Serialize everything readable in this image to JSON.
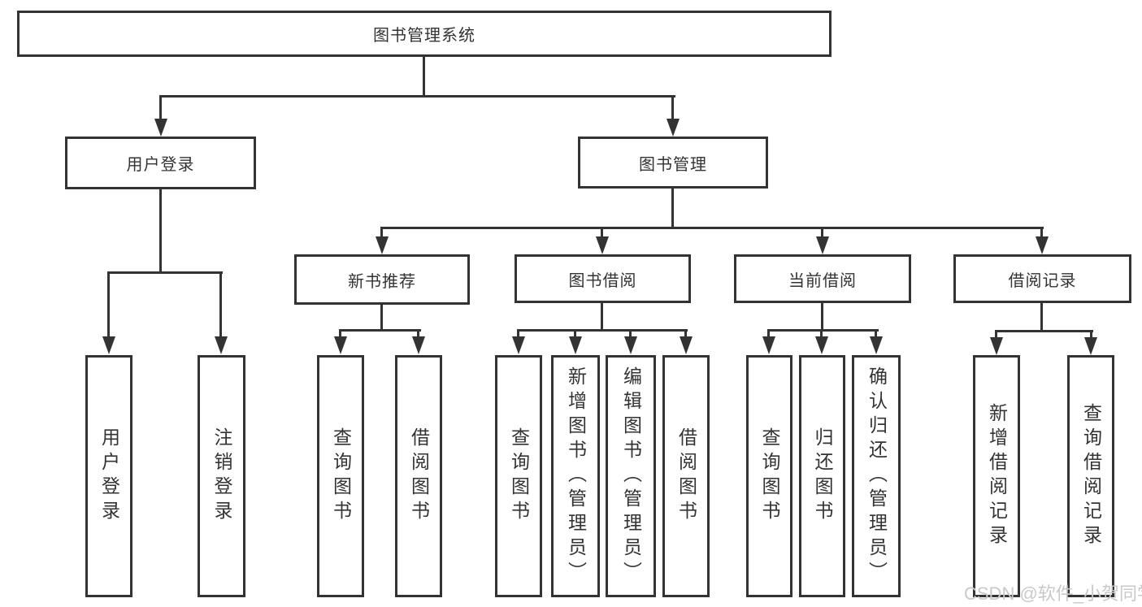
{
  "nodes": {
    "root": "图书管理系统",
    "login": {
      "label": "用户登录",
      "children": {
        "user_login": "用户登录",
        "logout": "注销登录"
      }
    },
    "mgmt": {
      "label": "图书管理",
      "children": {
        "recommend": {
          "label": "新书推荐",
          "children": {
            "query": "查询图书",
            "borrow": "借阅图书"
          }
        },
        "borrow": {
          "label": "图书借阅",
          "children": {
            "query": "查询图书",
            "add": "新增图书（管理员）",
            "edit": "编辑图书（管理员）",
            "borrow": "借阅图书"
          }
        },
        "current": {
          "label": "当前借阅",
          "children": {
            "query": "查询图书",
            "return": "归还图书",
            "confirm": "确认归还（管理员）"
          }
        },
        "records": {
          "label": "借阅记录",
          "children": {
            "add": "新增借阅记录",
            "query": "查询借阅记录"
          }
        }
      }
    }
  },
  "watermark": "CSDN @软件_小贺同学",
  "colors": {
    "line": "#333333",
    "text": "#333333",
    "watermark": "#c9c9c9",
    "background": "#ffffff"
  }
}
